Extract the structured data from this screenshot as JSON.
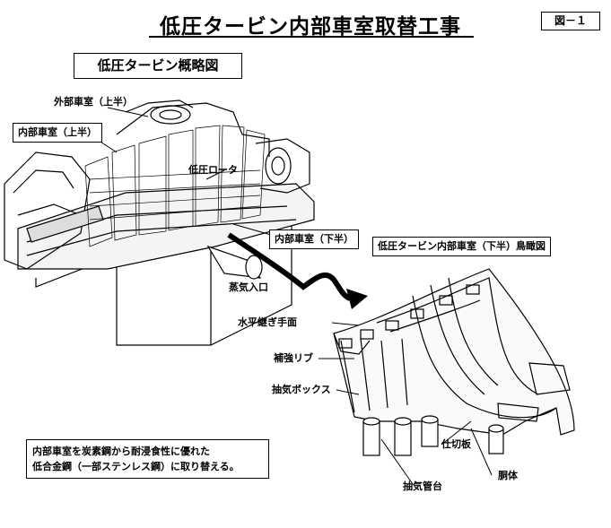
{
  "title": "低圧タービン内部車室取替工事",
  "figure_number": "図－１",
  "subtitle": "低圧タービン概略図",
  "labels": {
    "outer_casing_upper": "外部車室（上半）",
    "inner_casing_upper": "内部車室（上半）",
    "lp_rotor": "低圧ロータ",
    "inner_casing_lower": "内部車室（下半）",
    "steam_inlet": "蒸気入口",
    "birdseye_title": "低圧タービン内部車室（下半）鳥瞰図",
    "horizontal_joint": "水平継ぎ手面",
    "reinforcing_rib": "補強リブ",
    "extraction_box": "抽気ボックス",
    "partition_plate": "仕切板",
    "extraction_pipe": "抽気管台",
    "body": "胴体"
  },
  "note": {
    "line1": "内部車室を炭素鋼から耐浸食性に優れた",
    "line2": "低合金鋼（一部ステンレス鋼）に取り替える。"
  }
}
